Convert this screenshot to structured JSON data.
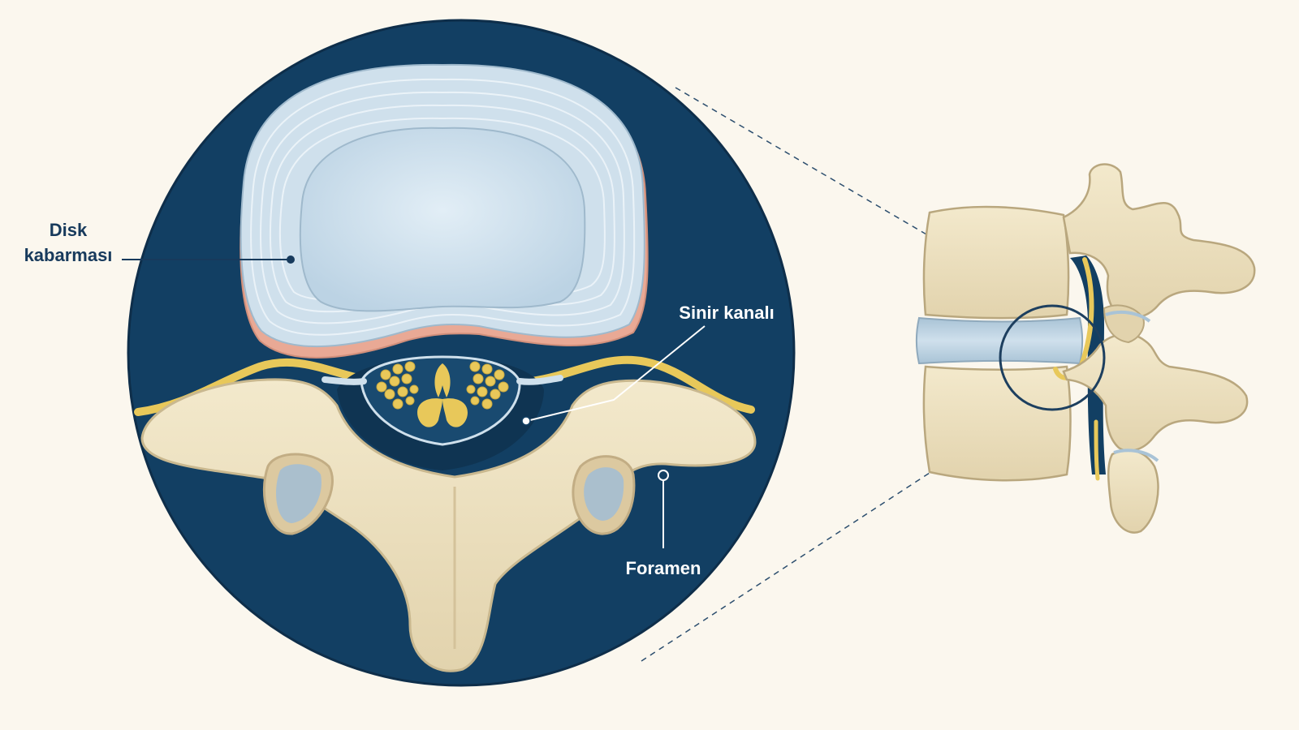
{
  "labels": {
    "disk_line1": "Disk",
    "disk_line2": "kabarması",
    "nerve_canal": "Sinir kanalı",
    "foramen": "Foramen"
  },
  "colors": {
    "background": "#fbf7ee",
    "circle_fill": "#123f63",
    "bone": "#ece0c0",
    "bone_outline": "#c9b88f",
    "disc": "#c8dcea",
    "disc_nucleus": "#d6e6f0",
    "nerve": "#e8c85a",
    "label_dark": "#173a5c",
    "label_light": "#ffffff"
  }
}
